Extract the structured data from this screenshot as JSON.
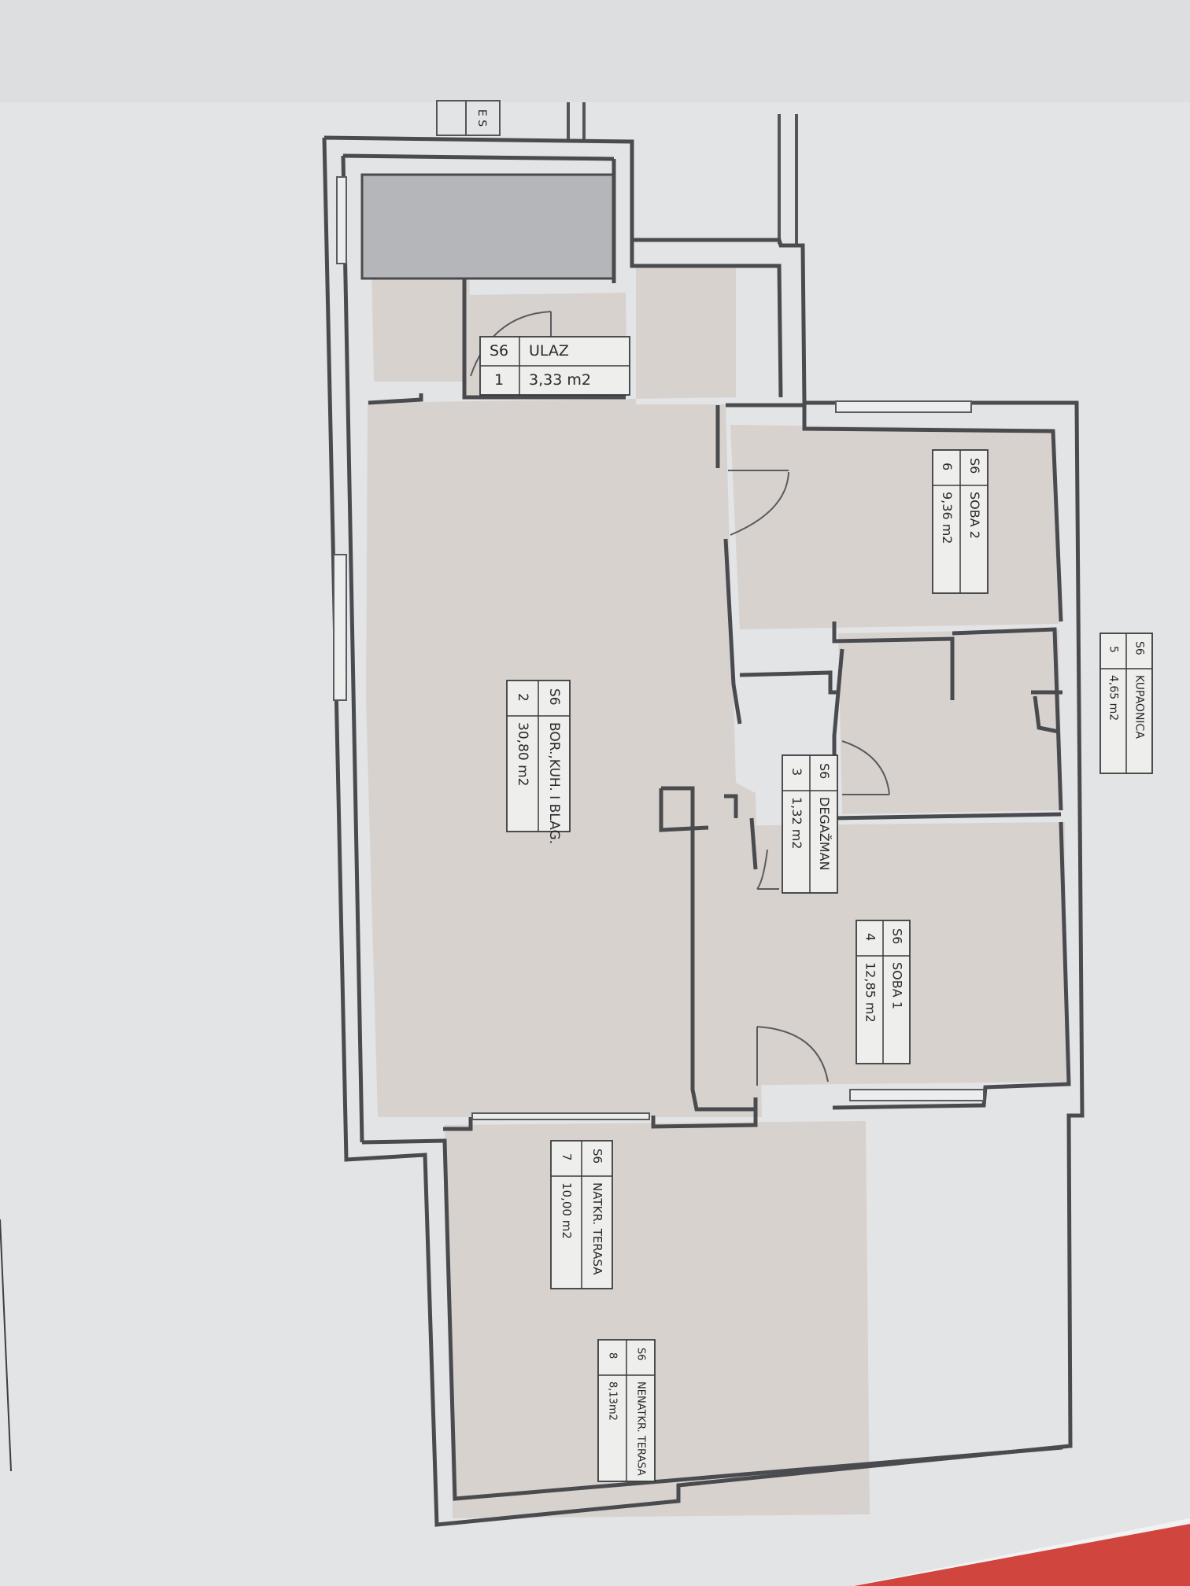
{
  "plan": {
    "corner_mark": "E S",
    "rooms": [
      {
        "code": "S6",
        "number": "1",
        "name": "ULAZ",
        "area": "3,33 m2"
      },
      {
        "code": "S6",
        "number": "2",
        "name": "BOR.,KUH. I BLAG.",
        "area": "30,80 m2"
      },
      {
        "code": "S6",
        "number": "3",
        "name": "DEGAŽMAN",
        "area": "1,32 m2"
      },
      {
        "code": "S6",
        "number": "4",
        "name": "SOBA 1",
        "area": "12,85 m2"
      },
      {
        "code": "S6",
        "number": "5",
        "name": "KUPAONICA",
        "area": "4,65 m2"
      },
      {
        "code": "S6",
        "number": "6",
        "name": "SOBA 2",
        "area": "9,36 m2"
      },
      {
        "code": "S6",
        "number": "7",
        "name": "NATKR. TERASA",
        "area": "10,00 m2"
      },
      {
        "code": "S6",
        "number": "8",
        "name": "NENATKR. TERASA",
        "area": "8,13m2"
      }
    ]
  },
  "colors": {
    "paper": "#e3e4e6",
    "wall": "#4a4b4e",
    "floor": "#d8d2cf",
    "label_bg": "#eeeeec",
    "edge_red": "#d0463e"
  }
}
